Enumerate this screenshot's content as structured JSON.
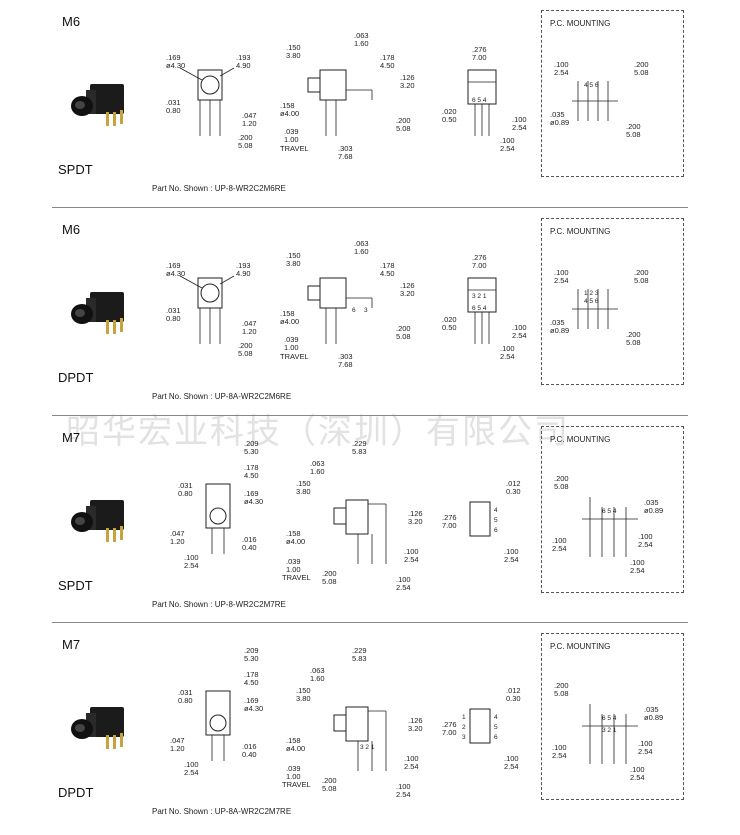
{
  "watermark": "昭华宏业科技（深圳）有限公司",
  "pcb_title": "P.C. MOUNTING",
  "panels": [
    {
      "code": "M6",
      "pole": "SPDT",
      "part_no": "Part No. Shown : UP-8-WR2C2M6RE",
      "front": {
        "d1": ".169",
        "d1m": "ø4.30",
        "d2": ".193",
        "d2m": "4.90",
        "d3": ".031",
        "d3m": "0.80",
        "d4": ".047",
        "d4m": "1.20",
        "d5": ".200",
        "d5m": "5.08"
      },
      "side": {
        "a": ".150",
        "am": "3.80",
        "b": ".063",
        "bm": "1.60",
        "c": ".178",
        "cm": "4.50",
        "d": ".126",
        "dm": "3.20",
        "e": ".158",
        "em": "ø4.00",
        "f": ".039",
        "fm": "1.00",
        "g": "TRAVEL",
        "h": ".303",
        "hm": "7.68",
        "i": ".200",
        "im": "5.08"
      },
      "end": {
        "a": ".276",
        "am": "7.00",
        "b": ".020",
        "bm": "0.50",
        "c": ".100",
        "cm": "2.54",
        "d": ".100",
        "dm": "2.54",
        "pins": "6 5 4"
      },
      "pcb": {
        "a": ".100",
        "am": "2.54",
        "b": ".200",
        "bm": "5.08",
        "c": ".035",
        "cm": "ø0.89",
        "d": ".200",
        "dm": "5.08",
        "pins": "4 5 6"
      }
    },
    {
      "code": "M6",
      "pole": "DPDT",
      "part_no": "Part No. Shown : UP-8A-WR2C2M6RE",
      "front": {
        "d1": ".169",
        "d1m": "ø4.30",
        "d2": ".193",
        "d2m": "4.90",
        "d3": ".031",
        "d3m": "0.80",
        "d4": ".047",
        "d4m": "1.20",
        "d5": ".200",
        "d5m": "5.08"
      },
      "side": {
        "a": ".150",
        "am": "3.80",
        "b": ".063",
        "bm": "1.60",
        "c": ".178",
        "cm": "4.50",
        "d": ".126",
        "dm": "3.20",
        "e": ".158",
        "em": "ø4.00",
        "f": ".039",
        "fm": "1.00",
        "g": "TRAVEL",
        "h": ".303",
        "hm": "7.68",
        "i": ".200",
        "im": "5.08"
      },
      "end": {
        "a": ".276",
        "am": "7.00",
        "b": ".020",
        "bm": "0.50",
        "c": ".100",
        "cm": "2.54",
        "d": ".100",
        "dm": "2.54",
        "pins": "6 5 4"
      },
      "pcb": {
        "a": ".100",
        "am": "2.54",
        "b": ".200",
        "bm": "5.08",
        "c": ".035",
        "cm": "ø0.89",
        "d": ".200",
        "dm": "5.08",
        "pins": "1 2 3 / 4 5 6"
      }
    },
    {
      "code": "M7",
      "pole": "SPDT",
      "part_no": "Part No. Shown : UP-8-WR2C2M7RE",
      "front": {
        "d1": ".209",
        "d1m": "5.30",
        "d2": ".178",
        "d2m": "4.50",
        "d3": ".031",
        "d3m": "0.80",
        "d4": ".169",
        "d4m": "ø4.30",
        "d5": ".047",
        "d5m": "1.20",
        "d6": ".016",
        "d6m": "0.40",
        "d7": ".100",
        "d7m": "2.54"
      },
      "side": {
        "a": ".063",
        "am": "1.60",
        "b": ".229",
        "bm": "5.83",
        "c": ".150",
        "cm": "3.80",
        "d": ".126",
        "dm": "3.20",
        "e": ".158",
        "em": "ø4.00",
        "f": ".039",
        "fm": "1.00",
        "g": "TRAVEL",
        "h": ".200",
        "hm": "5.08",
        "i": ".100",
        "im": "2.54",
        "j": ".100",
        "jm": "2.54"
      },
      "end": {
        "a": ".012",
        "am": "0.30",
        "b": ".276",
        "bm": "7.00",
        "c": ".100",
        "cm": "2.54",
        "pins": "4 5 6"
      },
      "pcb": {
        "a": ".200",
        "am": "5.08",
        "b": ".035",
        "bm": "ø0.89",
        "c": ".100",
        "cm": "2.54",
        "d": ".100",
        "dm": "2.54",
        "e": ".100",
        "em": "2.54",
        "pins": "6 5 4"
      }
    },
    {
      "code": "M7",
      "pole": "DPDT",
      "part_no": "Part No. Shown : UP-8A-WR2C2M7RE",
      "front": {
        "d1": ".209",
        "d1m": "5.30",
        "d2": ".178",
        "d2m": "4.50",
        "d3": ".031",
        "d3m": "0.80",
        "d4": ".169",
        "d4m": "ø4.30",
        "d5": ".047",
        "d5m": "1.20",
        "d6": ".016",
        "d6m": "0.40",
        "d7": ".100",
        "d7m": "2.54"
      },
      "side": {
        "a": ".063",
        "am": "1.60",
        "b": ".229",
        "bm": "5.83",
        "c": ".150",
        "cm": "3.80",
        "d": ".126",
        "dm": "3.20",
        "e": ".158",
        "em": "ø4.00",
        "f": ".039",
        "fm": "1.00",
        "g": "TRAVEL",
        "h": ".200",
        "hm": "5.08",
        "i": ".100",
        "im": "2.54",
        "j": ".100",
        "jm": "2.54"
      },
      "end": {
        "a": ".012",
        "am": "0.30",
        "b": ".276",
        "bm": "7.00",
        "c": ".100",
        "cm": "2.54",
        "pins": "4 5 6 / 1 2 3"
      },
      "pcb": {
        "a": ".200",
        "am": "5.08",
        "b": ".035",
        "bm": "ø0.89",
        "c": ".100",
        "cm": "2.54",
        "d": ".100",
        "dm": "2.54",
        "e": ".100",
        "em": "2.54",
        "pins": "6 5 4 / 3 2 1"
      }
    }
  ]
}
